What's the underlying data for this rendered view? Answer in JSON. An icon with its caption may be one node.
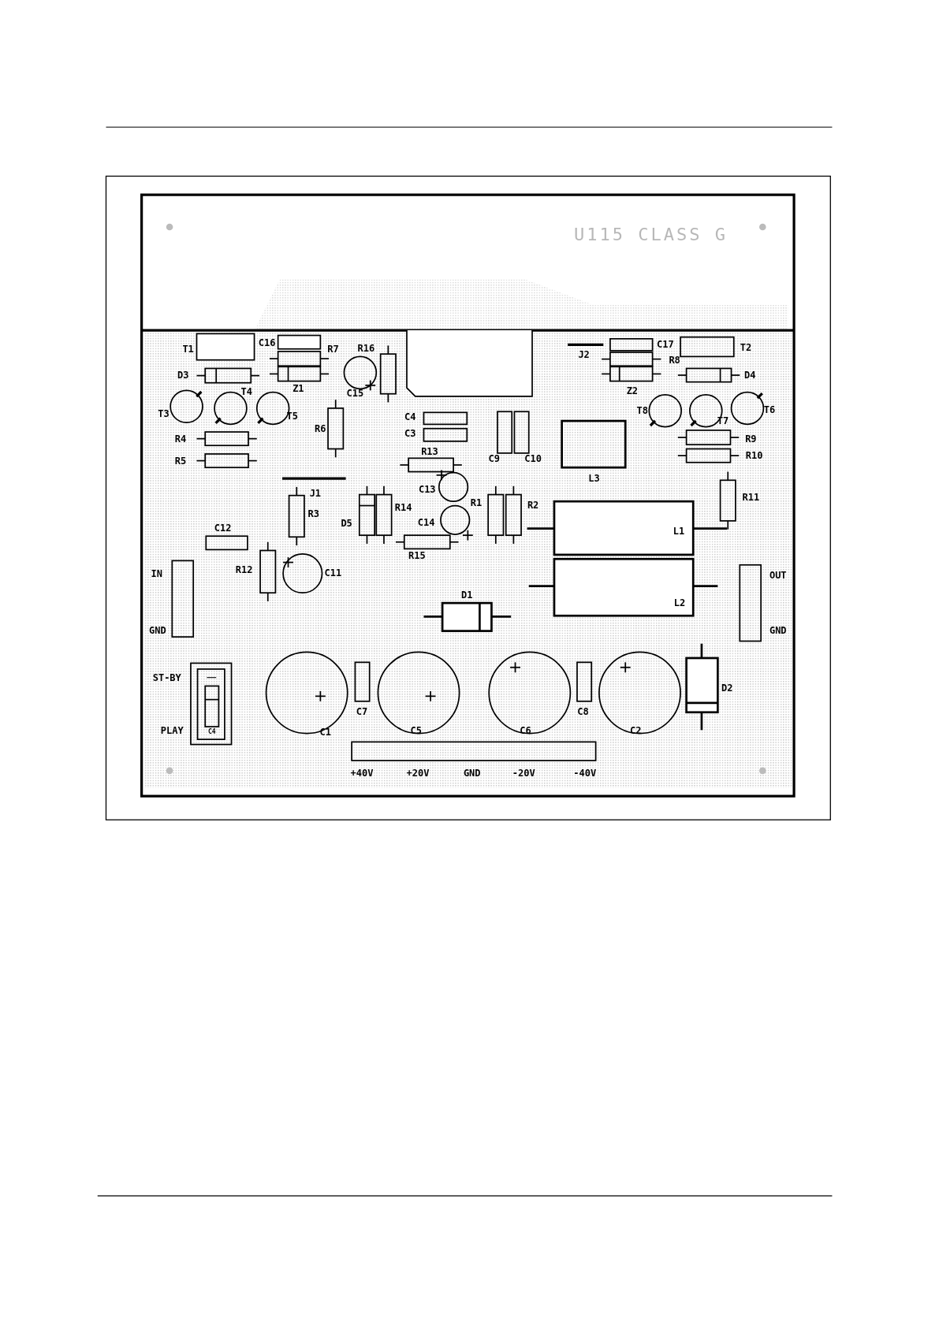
{
  "diagram": {
    "labels": [
      "U115 CLASS G",
      "T1",
      "C16",
      "R7",
      "R16",
      "J2",
      "C17",
      "T2",
      "R8",
      "D3",
      "D4",
      "T4",
      "Z1",
      "C15",
      "Z2",
      "T3",
      "T5",
      "C4",
      "T8",
      "T7",
      "T6",
      "R6",
      "C3",
      "R4",
      "R9",
      "R5",
      "R13",
      "C9",
      "C10",
      "R10",
      "L3",
      "J1",
      "C13",
      "R11",
      "C12",
      "R3",
      "D5",
      "R14",
      "C14",
      "R1",
      "R2",
      "L1",
      "R15",
      "IN",
      "R12",
      "C11",
      "OUT",
      "D1",
      "L2",
      "GND",
      "GND",
      "ST-BY",
      "D2",
      "C7",
      "C8",
      "PLAY",
      "C4",
      "C1",
      "C5",
      "C6",
      "C2",
      "+40V",
      "+20V",
      "GND",
      "-20V",
      "-40V"
    ]
  }
}
